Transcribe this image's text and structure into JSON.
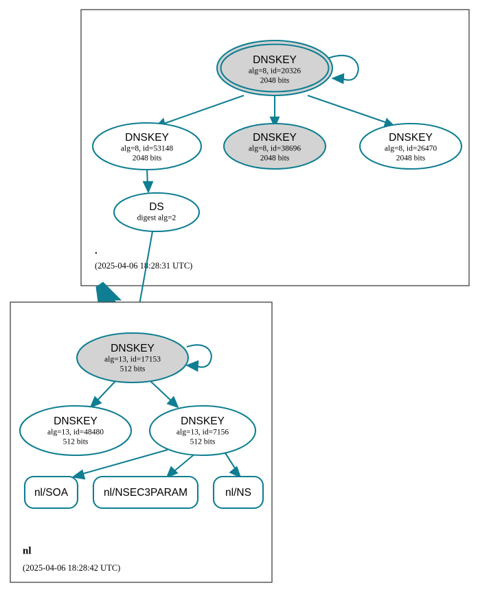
{
  "diagram": {
    "type": "dnssec-chain-of-trust",
    "colors": {
      "accent": "#0f7e92",
      "secure_key_fill": "#d3d3d3",
      "plain_key_fill": "#ffffff",
      "zone_border": "#4d4d4d",
      "background": "#ffffff"
    }
  },
  "zones": [
    {
      "id": "root",
      "name": ".",
      "timestamp": "(2025-04-06 18:28:31 UTC)",
      "nodes": [
        {
          "id": "root-ksk-20326",
          "shape": "doubleellipse",
          "fill": "gray",
          "title": "DNSKEY",
          "line2": "alg=8, id=20326",
          "line3": "2048 bits"
        },
        {
          "id": "root-zsk-53148",
          "shape": "ellipse",
          "fill": "white",
          "title": "DNSKEY",
          "line2": "alg=8, id=53148",
          "line3": "2048 bits"
        },
        {
          "id": "root-zsk-38696",
          "shape": "ellipse",
          "fill": "gray",
          "title": "DNSKEY",
          "line2": "alg=8, id=38696",
          "line3": "2048 bits"
        },
        {
          "id": "root-zsk-26470",
          "shape": "ellipse",
          "fill": "white",
          "title": "DNSKEY",
          "line2": "alg=8, id=26470",
          "line3": "2048 bits"
        },
        {
          "id": "root-ds",
          "shape": "ellipse",
          "fill": "white",
          "title": "DS",
          "line2": "digest alg=2",
          "line3": ""
        }
      ]
    },
    {
      "id": "nl",
      "name": "nl",
      "timestamp": "(2025-04-06 18:28:42 UTC)",
      "nodes": [
        {
          "id": "nl-ksk-17153",
          "shape": "ellipse",
          "fill": "gray",
          "title": "DNSKEY",
          "line2": "alg=13, id=17153",
          "line3": "512 bits"
        },
        {
          "id": "nl-zsk-48480",
          "shape": "ellipse",
          "fill": "white",
          "title": "DNSKEY",
          "line2": "alg=13, id=48480",
          "line3": "512 bits"
        },
        {
          "id": "nl-zsk-7156",
          "shape": "ellipse",
          "fill": "white",
          "title": "DNSKEY",
          "line2": "alg=13, id=7156",
          "line3": "512 bits"
        },
        {
          "id": "nl-soa",
          "shape": "rect",
          "fill": "white",
          "title": "nl/SOA"
        },
        {
          "id": "nl-nsec3param",
          "shape": "rect",
          "fill": "white",
          "title": "nl/NSEC3PARAM"
        },
        {
          "id": "nl-ns",
          "shape": "rect",
          "fill": "white",
          "title": "nl/NS"
        }
      ]
    }
  ],
  "edges": [
    {
      "from": "root-ksk-20326",
      "to": "root-ksk-20326",
      "kind": "self-sign"
    },
    {
      "from": "root-ksk-20326",
      "to": "root-zsk-53148",
      "kind": "sign"
    },
    {
      "from": "root-ksk-20326",
      "to": "root-zsk-38696",
      "kind": "sign"
    },
    {
      "from": "root-ksk-20326",
      "to": "root-zsk-26470",
      "kind": "sign"
    },
    {
      "from": "root-zsk-53148",
      "to": "root-ds",
      "kind": "sign"
    },
    {
      "from": "root-ds",
      "to": "nl-ksk-17153",
      "kind": "delegation"
    },
    {
      "from": "root",
      "to": "nl",
      "kind": "zone-delegation"
    },
    {
      "from": "nl-ksk-17153",
      "to": "nl-ksk-17153",
      "kind": "self-sign"
    },
    {
      "from": "nl-ksk-17153",
      "to": "nl-zsk-48480",
      "kind": "sign"
    },
    {
      "from": "nl-ksk-17153",
      "to": "nl-zsk-7156",
      "kind": "sign"
    },
    {
      "from": "nl-zsk-7156",
      "to": "nl-soa",
      "kind": "sign"
    },
    {
      "from": "nl-zsk-7156",
      "to": "nl-nsec3param",
      "kind": "sign"
    },
    {
      "from": "nl-zsk-7156",
      "to": "nl-ns",
      "kind": "sign"
    }
  ]
}
